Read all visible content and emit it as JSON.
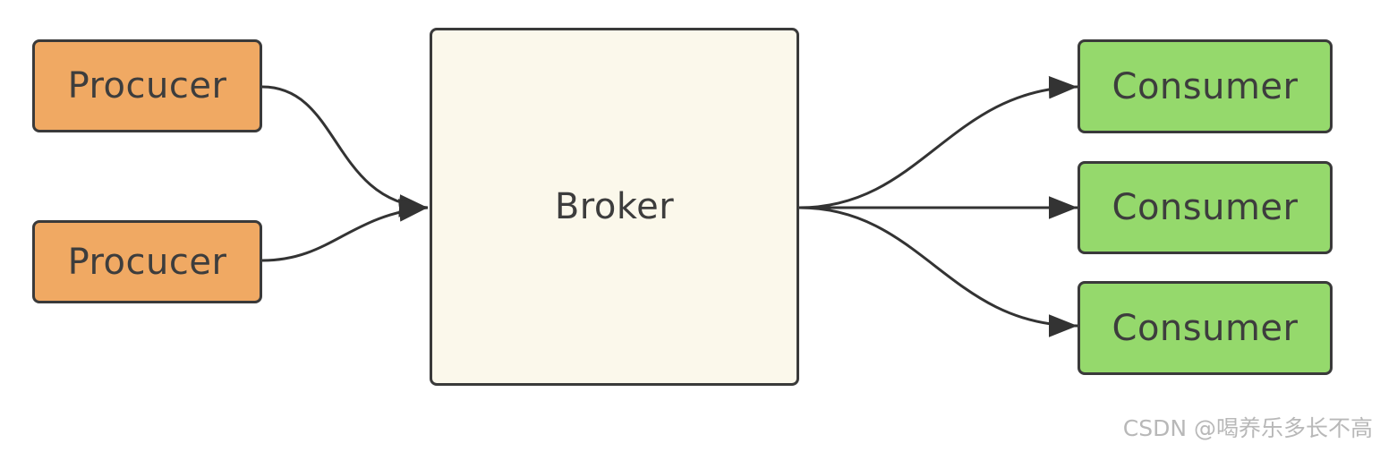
{
  "nodes": {
    "producers": [
      {
        "label": "Procucer"
      },
      {
        "label": "Procucer"
      }
    ],
    "broker": {
      "label": "Broker"
    },
    "consumers": [
      {
        "label": "Consumer"
      },
      {
        "label": "Consumer"
      },
      {
        "label": "Consumer"
      }
    ]
  },
  "colors": {
    "producer": "#f0a963",
    "broker": "#fbf8eb",
    "consumer": "#95d96c",
    "stroke": "#3a3a3a"
  },
  "watermark": "CSDN @喝养乐多长不高"
}
